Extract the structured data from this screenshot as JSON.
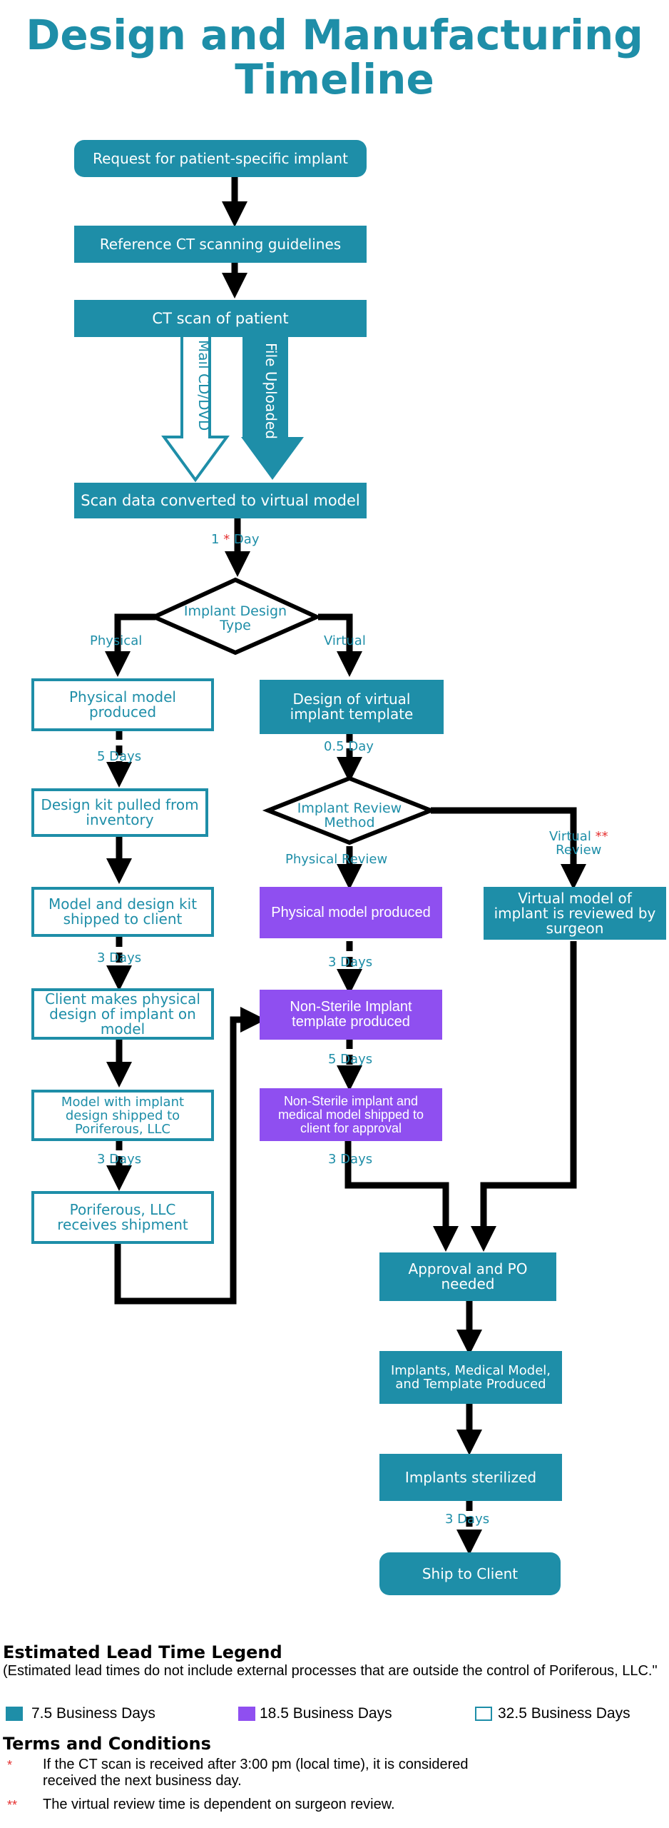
{
  "title": "Design and Manufacturing Timeline",
  "nodes": {
    "request": "Request for patient-specific implant",
    "reference": "Reference CT scanning guidelines",
    "ct_scan": "CT scan of patient",
    "scan_converted": "Scan data converted to virtual model",
    "implant_design_type": "Implant Design Type",
    "physical_model_produced": "Physical model produced",
    "design_virtual_template": "Design of virtual implant template",
    "design_kit": "Design kit pulled from inventory",
    "implant_review_method": "Implant Review Method",
    "model_kit_shipped": "Model and design kit shipped to client",
    "physical_model_produced_purple": "Physical model produced",
    "virtual_model_reviewed": "Virtual model of implant is reviewed by surgeon",
    "client_makes_design": "Client makes physical design of implant on model",
    "non_sterile_template": "Non-Sterile Implant template produced",
    "model_with_design_shipped": "Model with implant design shipped to Poriferous, LLC",
    "non_sterile_shipped": "Non-Sterile implant and medical model shipped to client for approval",
    "poriferous_receives": "Poriferous, LLC receives shipment",
    "approval_po": "Approval and PO needed",
    "implants_produced": "Implants, Medical Model, and Template Produced",
    "implants_sterilized": "Implants sterilized",
    "ship_to_client": "Ship to Client"
  },
  "edge_labels": {
    "mail": "Mail CD/DVD",
    "uploaded": "File Uploaded",
    "one_day_value": "1",
    "one_day_unit": "Day",
    "one_day_mark": "*",
    "physical": "Physical",
    "virtual": "Virtual",
    "five_days_left": "5 Days",
    "half_day": "0.5 Day",
    "physical_review": "Physical Review",
    "virtual_review_1": "Virtual",
    "virtual_review_mark": "**",
    "virtual_review_2": "Review",
    "three_days_left_1": "3 Days",
    "three_days_mid_1": "3 Days",
    "five_days_mid": "5 Days",
    "three_days_left_2": "3 Days",
    "three_days_mid_2": "3 Days",
    "three_days_bottom": "3 Days"
  },
  "legend": {
    "title": "Estimated Lead Time Legend",
    "note": "(Estimated lead times do not include external processes that are outside the control of Poriferous, LLC.\"",
    "items": [
      {
        "label": "7.5 Business Days",
        "color": "#1e8ea8",
        "style": "filled"
      },
      {
        "label": "18.5 Business Days",
        "color": "#8f4ff0",
        "style": "filled"
      },
      {
        "label": "32.5 Business Days",
        "color": "#1e8ea8",
        "style": "outline"
      }
    ]
  },
  "terms": {
    "title": "Terms and Conditions",
    "items": [
      {
        "mark": "*",
        "text": "If the CT scan is received after 3:00 pm (local time), it is considered received the next business day."
      },
      {
        "mark": "**",
        "text": "The virtual review time is dependent on surgeon review."
      }
    ]
  },
  "colors": {
    "teal": "#1e8ea8",
    "purple": "#8f4ff0",
    "red": "#e53030"
  }
}
